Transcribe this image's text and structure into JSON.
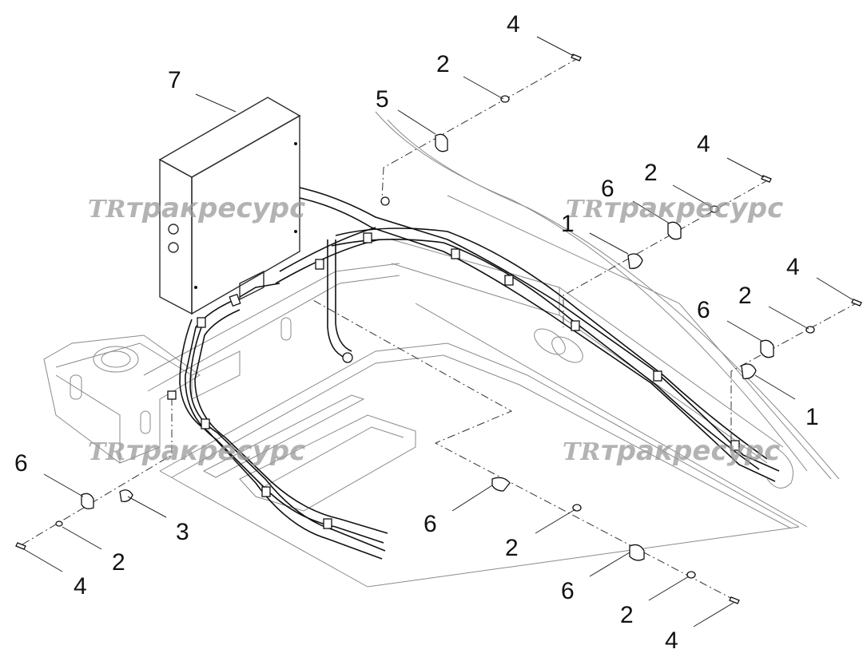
{
  "watermark": {
    "logo": "TR",
    "text": "тракресурс"
  },
  "callouts": [
    {
      "id": "c7",
      "label": "7"
    },
    {
      "id": "c5",
      "label": "5"
    },
    {
      "id": "c2a",
      "label": "2"
    },
    {
      "id": "c4a",
      "label": "4"
    },
    {
      "id": "c4b",
      "label": "4"
    },
    {
      "id": "c2b",
      "label": "2"
    },
    {
      "id": "c6a",
      "label": "6"
    },
    {
      "id": "c1a",
      "label": "1"
    },
    {
      "id": "c4c",
      "label": "4"
    },
    {
      "id": "c2c",
      "label": "2"
    },
    {
      "id": "c6b",
      "label": "6"
    },
    {
      "id": "c1b",
      "label": "1"
    },
    {
      "id": "c6c",
      "label": "6"
    },
    {
      "id": "c3",
      "label": "3"
    },
    {
      "id": "c2d",
      "label": "2"
    },
    {
      "id": "c4d",
      "label": "4"
    },
    {
      "id": "c6d",
      "label": "6"
    },
    {
      "id": "c2e",
      "label": "2"
    },
    {
      "id": "c6e",
      "label": "6"
    },
    {
      "id": "c2f",
      "label": "2"
    },
    {
      "id": "c4e",
      "label": "4"
    }
  ]
}
